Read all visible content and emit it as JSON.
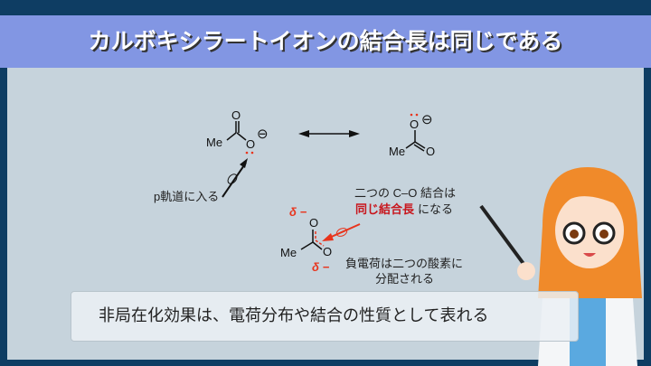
{
  "title": "カルボキシラートイオンの結合長は同じである",
  "diagram": {
    "me": "Me",
    "o": "O",
    "minus": "⊖",
    "p_orbital_label": "p軌道に入る",
    "note1_line1": "二つの C–O 結合は",
    "note1_emph": "同じ結合長",
    "note1_tail": "になる",
    "delta": "δ −",
    "note2_line1": "負電荷は二つの酸素に",
    "note2_line2": "分配される"
  },
  "caption": "非局在化効果は、電荷分布や結合の性質として表れる",
  "colors": {
    "accent_red": "#e8341c",
    "emph_red": "#c8161d",
    "band": "#8296e3"
  }
}
